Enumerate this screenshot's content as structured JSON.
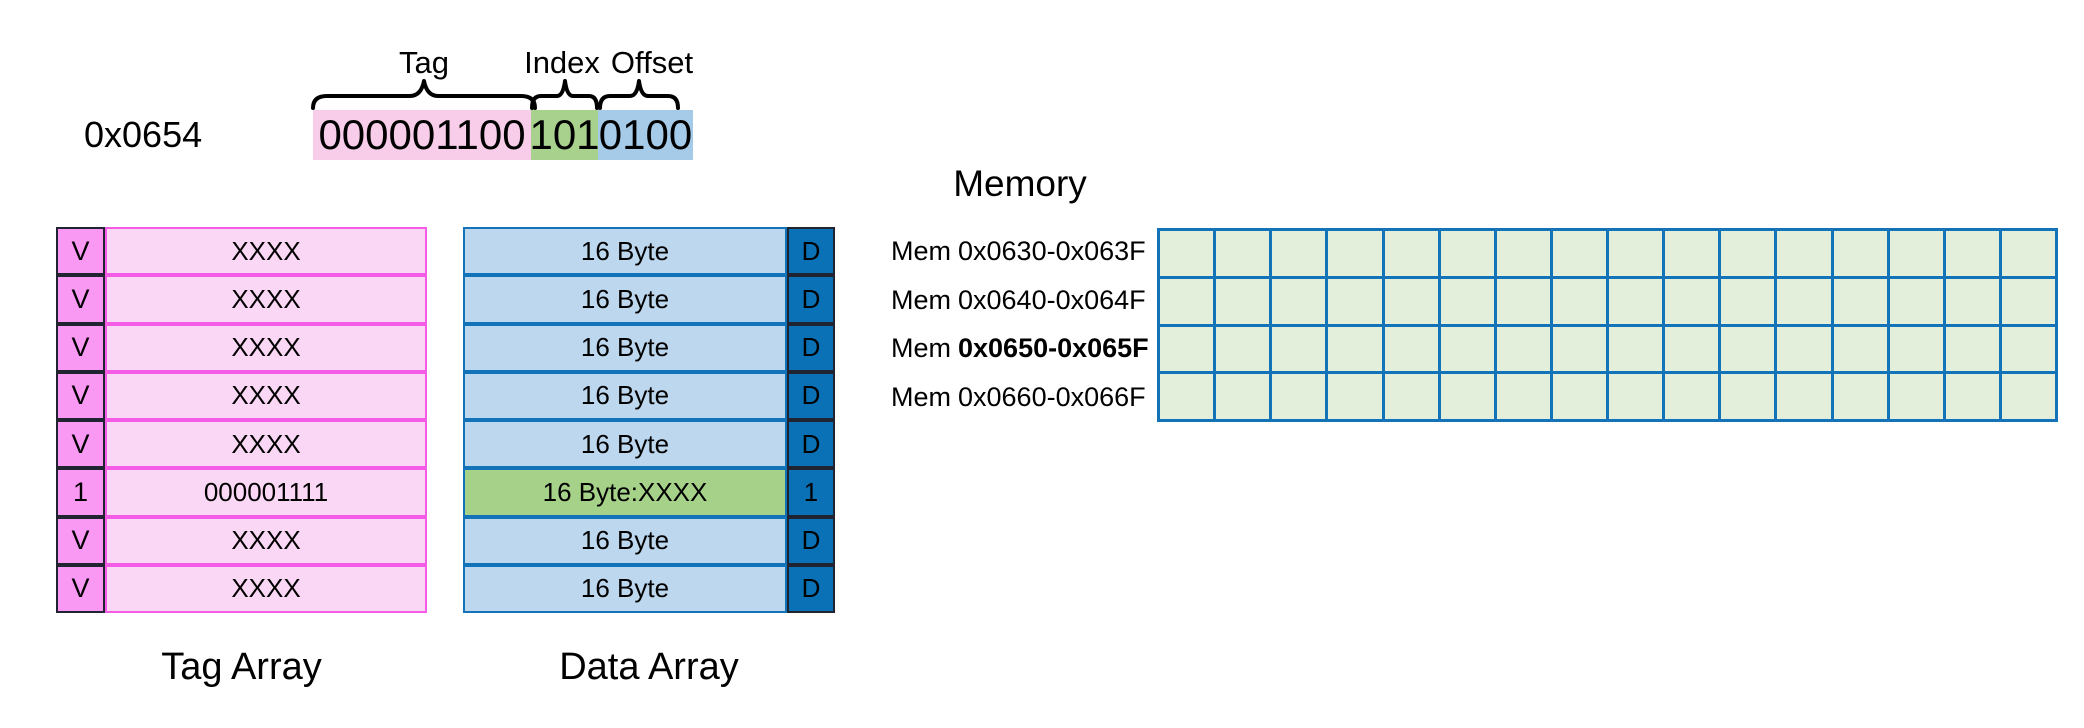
{
  "address": {
    "hex_label": "0x0654",
    "fields": [
      {
        "name": "Tag",
        "bits": "000001100"
      },
      {
        "name": "Index",
        "bits": "101"
      },
      {
        "name": "Offset",
        "bits": "0100"
      }
    ]
  },
  "tag_array": {
    "caption": "Tag Array",
    "rows": [
      {
        "valid": "V",
        "tag": "XXXX",
        "highlight": false
      },
      {
        "valid": "V",
        "tag": "XXXX",
        "highlight": false
      },
      {
        "valid": "V",
        "tag": "XXXX",
        "highlight": false
      },
      {
        "valid": "V",
        "tag": "XXXX",
        "highlight": false
      },
      {
        "valid": "V",
        "tag": "XXXX",
        "highlight": false
      },
      {
        "valid": "1",
        "tag": "000001111",
        "highlight": false
      },
      {
        "valid": "V",
        "tag": "XXXX",
        "highlight": false
      },
      {
        "valid": "V",
        "tag": "XXXX",
        "highlight": false
      }
    ]
  },
  "data_array": {
    "caption": "Data Array",
    "rows": [
      {
        "dirty": "D",
        "data": "16 Byte",
        "highlight": false
      },
      {
        "dirty": "D",
        "data": "16 Byte",
        "highlight": false
      },
      {
        "dirty": "D",
        "data": "16 Byte",
        "highlight": false
      },
      {
        "dirty": "D",
        "data": "16 Byte",
        "highlight": false
      },
      {
        "dirty": "D",
        "data": "16 Byte",
        "highlight": false
      },
      {
        "dirty": "1",
        "data": "16 Byte:XXXX",
        "highlight": true
      },
      {
        "dirty": "D",
        "data": "16 Byte",
        "highlight": false
      },
      {
        "dirty": "D",
        "data": "16 Byte",
        "highlight": false
      }
    ]
  },
  "memory": {
    "title": "Memory",
    "columns": 16,
    "rows": [
      {
        "prefix": "Mem",
        "range": "0x0630-0x063F",
        "bold": false
      },
      {
        "prefix": "Mem",
        "range": "0x0640-0x064F",
        "bold": false
      },
      {
        "prefix": "Mem",
        "range": "0x0650-0x065F",
        "bold": true
      },
      {
        "prefix": "Mem",
        "range": "0x0660-0x066F",
        "bold": false
      }
    ]
  },
  "colors": {
    "tag_highlight": "#f8cde9",
    "index_highlight": "#a9d18e",
    "offset_highlight": "#a5cbe9",
    "valid_cell": "#fa99f3",
    "tag_cell": "#fbd7f6",
    "tag_border": "#f45ce8",
    "dark_border": "#1f2430",
    "data_cell": "#bdd7ee",
    "dirty_cell": "#0a71b7",
    "data_border": "#1273b8",
    "hit_row": "#a5d189",
    "memory_cell": "#e3efdb"
  }
}
